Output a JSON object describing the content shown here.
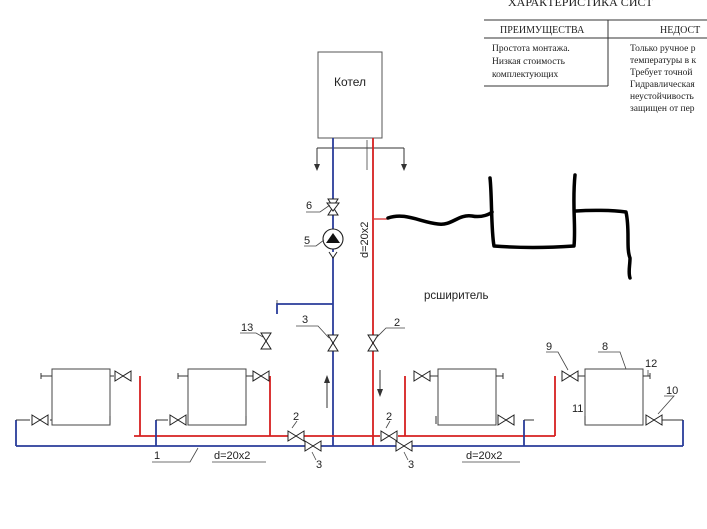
{
  "table": {
    "title": "ХАРАКТЕРИСТИКА СИСТ",
    "col_advantages": "ПРЕИМУЩЕСТВА",
    "col_disadvantages": "НЕДОСТ",
    "advantages": [
      "Простота монтажа.",
      "Низкая стоимость",
      "комплектующих"
    ],
    "disadvantages": [
      "Только ручное р",
      "температуры в к",
      "Требует точной",
      "Гидравлическая",
      "неустойчивость",
      "защищен от пер"
    ]
  },
  "diagram": {
    "boiler_label": "Котел",
    "riser_diameter": "d=20x2",
    "left_main_diameter": "d=20x2",
    "right_main_diameter": "d=20x2",
    "handwritten_note": "рсширитель",
    "callouts": {
      "n1": "1",
      "n2_riser": "2",
      "n2_left": "2",
      "n2_right": "2",
      "n3_riser": "3",
      "n3_left": "3",
      "n3_right": "3",
      "n5": "5",
      "n6": "6",
      "n8": "8",
      "n9": "9",
      "n10": "10",
      "n11": "11",
      "n12": "12",
      "n13": "13"
    },
    "colors": {
      "supply": "#d62020",
      "return": "#2a3d9a",
      "outline": "#333333",
      "marker": "#000000"
    }
  }
}
